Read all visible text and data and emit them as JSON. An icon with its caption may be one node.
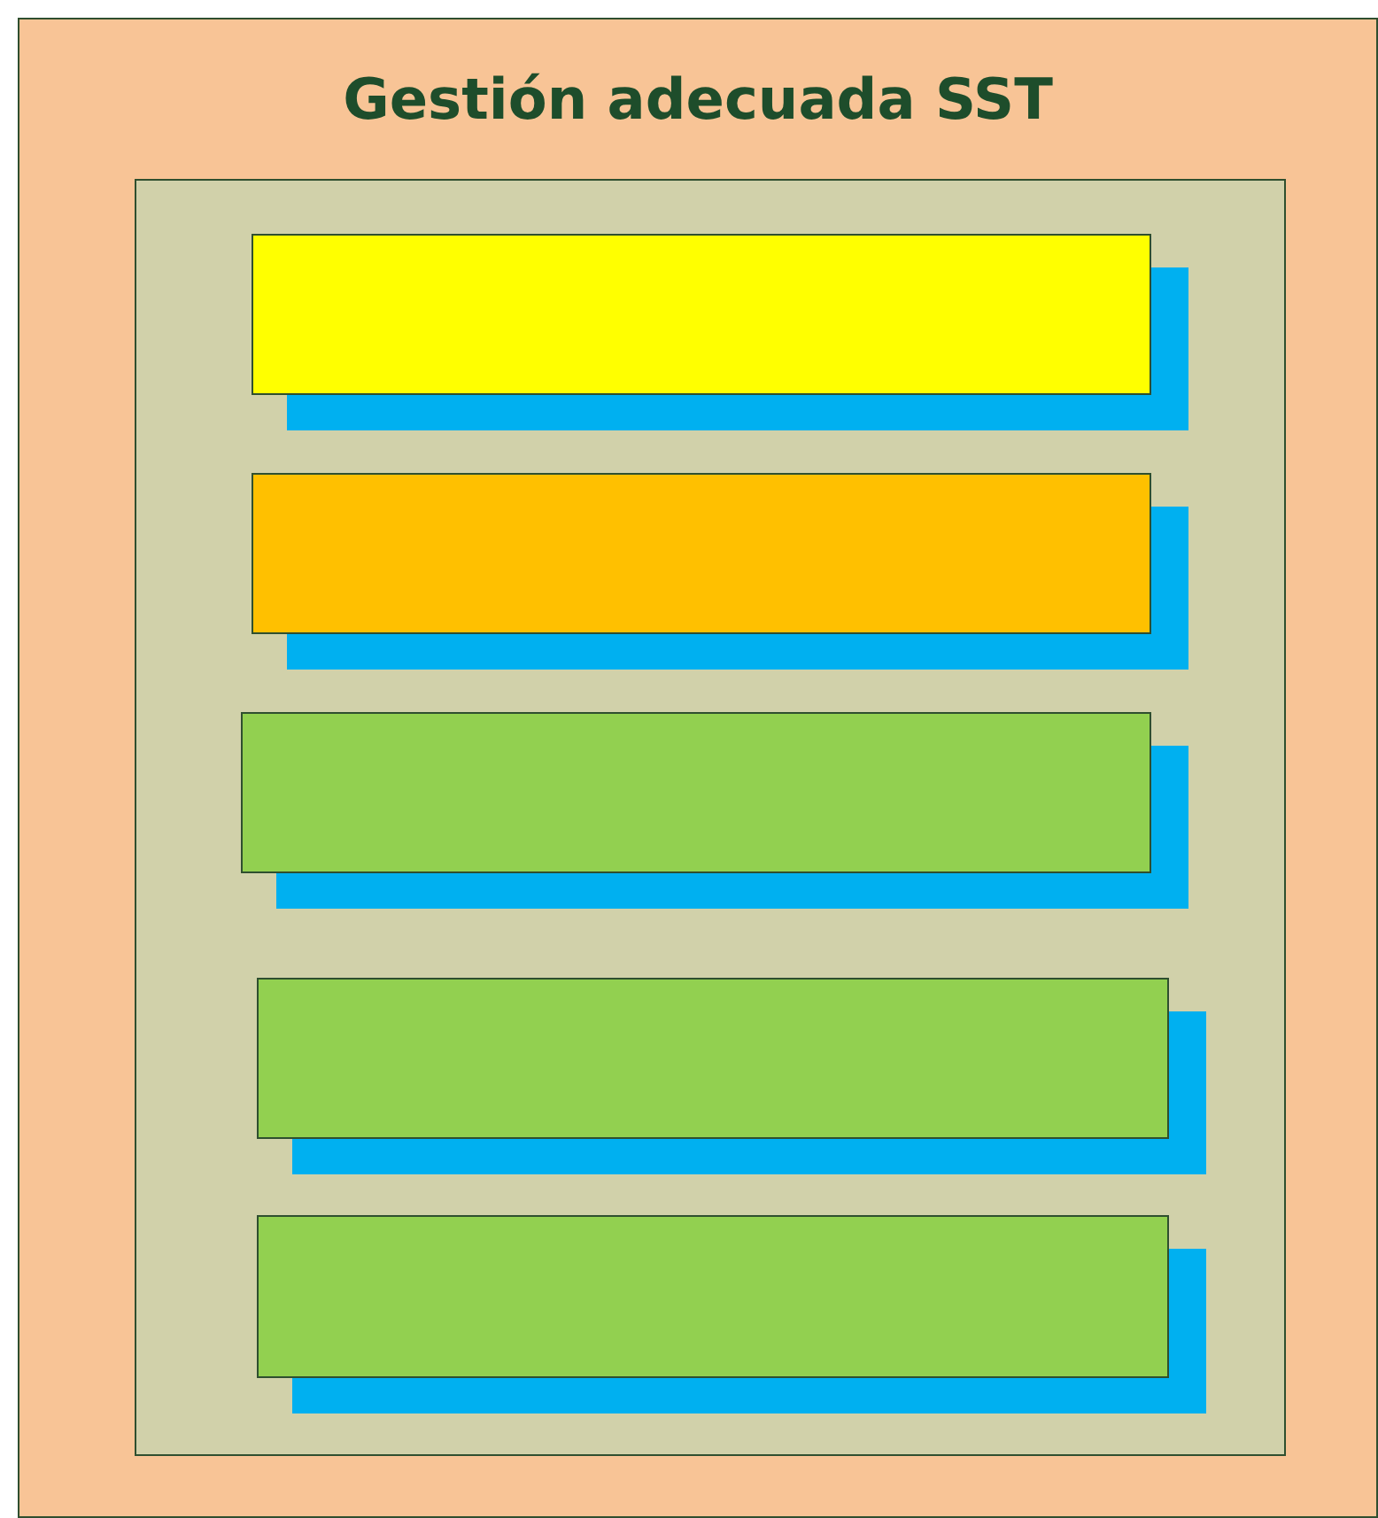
{
  "diagram": {
    "nodes": [
      {
        "text": [
          "Gestión adecuada SST"
        ]
      },
      {
        "text": [],
        "shape": "box",
        "in": 0
      },
      {
        "text": [],
        "shape": "box",
        "in": 1
      },
      {
        "text": [],
        "shape": "box",
        "in": 1
      },
      {
        "text": [],
        "shape": "box",
        "in": 1
      },
      {
        "text": [],
        "shape": "box",
        "in": 1
      },
      {
        "text": [],
        "shape": "box",
        "in": 1
      }
    ]
  }
}
